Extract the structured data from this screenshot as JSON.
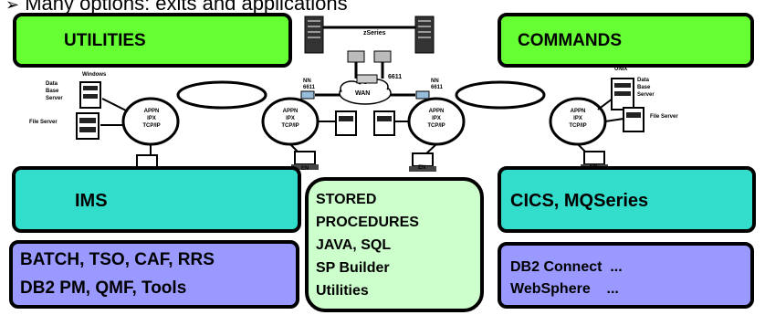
{
  "heading": "Many options: exits and applications",
  "boxes": {
    "utilities": "UTILITIES",
    "commands": "COMMANDS",
    "ims": "IMS",
    "cics": "CICS, MQSeries",
    "batch_line1": "BATCH, TSO, CAF, RRS",
    "batch_line2": "DB2 PM, QMF, Tools",
    "stored_line1": "STORED",
    "stored_line2": "PROCEDURES",
    "stored_line3": "JAVA, SQL",
    "stored_line4": "SP Builder",
    "stored_line5": "Utilities",
    "db2_line1": "DB2 Connect  ...",
    "db2_line2": "WebSphere    ..."
  },
  "network": {
    "mainframe": "zSeries",
    "controller": "6611",
    "wan": "WAN",
    "node_left": "NN\n6611",
    "node_right": "NN\n6611",
    "windows": "Windows",
    "unix": "UNIX",
    "db_server_left": "Data\nBase\nServer",
    "db_server_right": "Data\nBase\nServer",
    "file_server_left": "File Server",
    "file_server_right": "File Server",
    "protocols": [
      "APPN",
      "IPX",
      "TCP/IP"
    ],
    "en": "EN"
  },
  "colors": {
    "green": "#66ff33",
    "teal": "#33ddcc",
    "lavender": "#9999ff",
    "pale_green": "#ccffcc"
  }
}
